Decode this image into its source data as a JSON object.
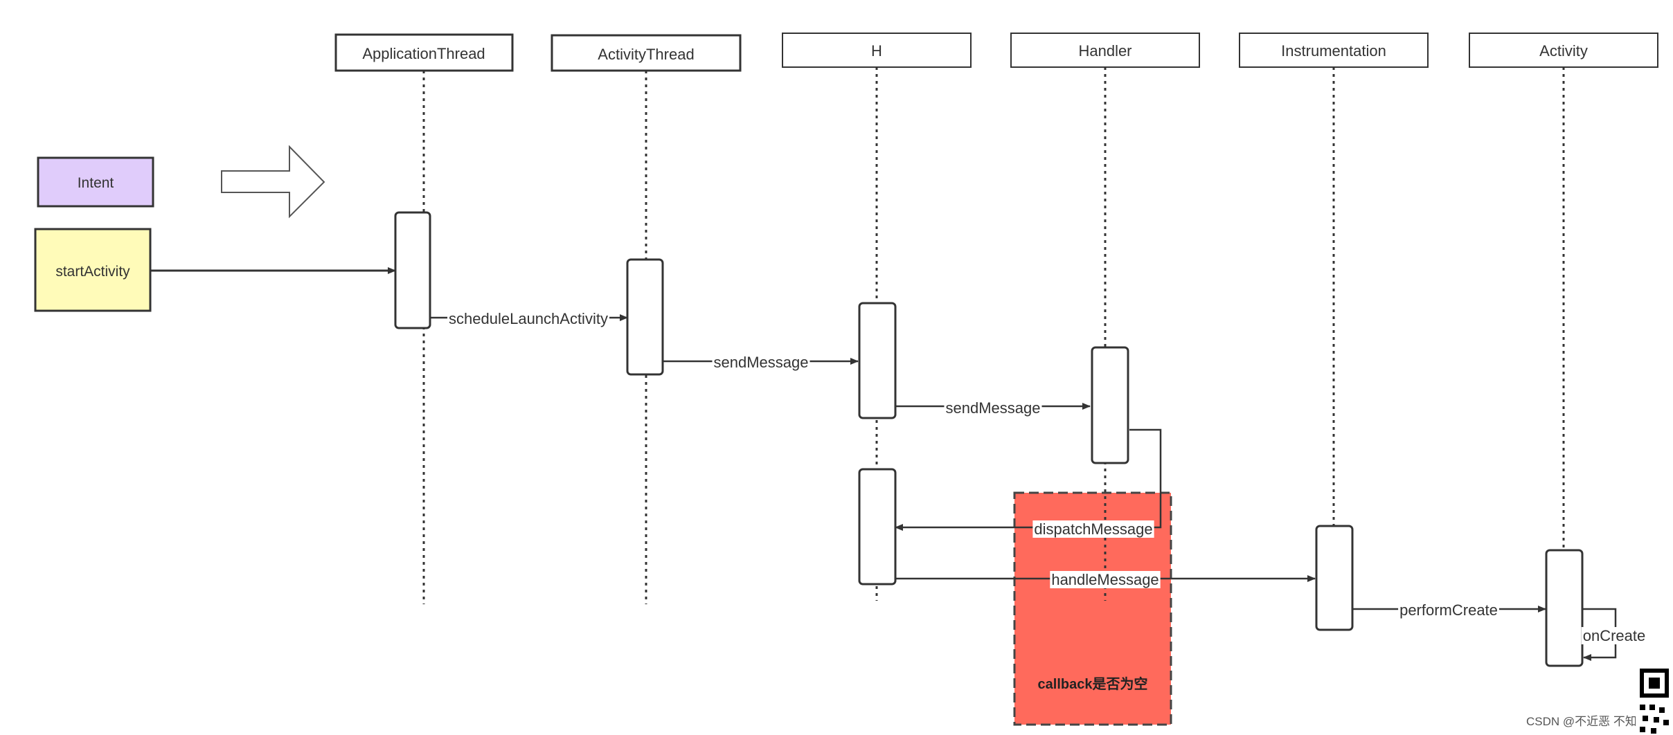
{
  "colors": {
    "stroke": "#333333",
    "intent_fill": "#e0ccfb",
    "start_fill": "#fffbb9",
    "callback_fill": "#ff6a5c",
    "label_bg": "#ffffff"
  },
  "participants": [
    {
      "id": "application-thread",
      "label": "ApplicationThread"
    },
    {
      "id": "activity-thread",
      "label": "ActivityThread"
    },
    {
      "id": "h",
      "label": "H"
    },
    {
      "id": "handler",
      "label": "Handler"
    },
    {
      "id": "instrumentation",
      "label": "Instrumentation"
    },
    {
      "id": "activity",
      "label": "Activity"
    }
  ],
  "intent": {
    "label": "Intent"
  },
  "start": {
    "label": "startActivity"
  },
  "messages": [
    {
      "id": "schedule-launch-activity",
      "label": "scheduleLaunchActivity"
    },
    {
      "id": "send-message-1",
      "label": "sendMessage"
    },
    {
      "id": "send-message-2",
      "label": "sendMessage"
    },
    {
      "id": "dispatch-message",
      "label": "dispatchMessage"
    },
    {
      "id": "handle-message",
      "label": "handleMessage"
    },
    {
      "id": "perform-create",
      "label": "performCreate"
    },
    {
      "id": "on-create",
      "label": "onCreate"
    }
  ],
  "callback_note": {
    "label": "callback是否为空"
  },
  "watermark": {
    "label": "CSDN @不近恶 不知"
  }
}
